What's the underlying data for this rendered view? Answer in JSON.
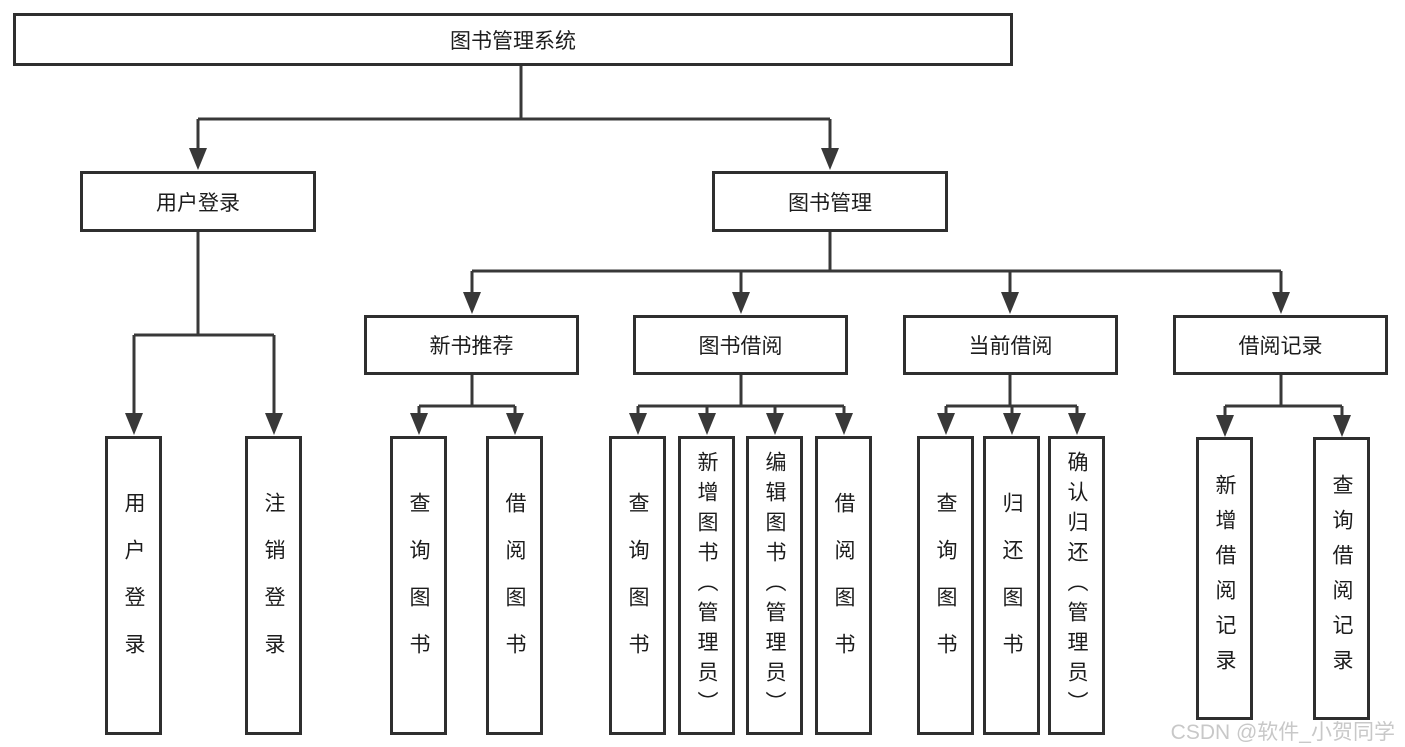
{
  "tree": {
    "root": {
      "label": "图书管理系统"
    },
    "branches": [
      {
        "label": "用户登录",
        "leaves": [
          {
            "label": "用户登录"
          },
          {
            "label": "注销登录"
          }
        ]
      },
      {
        "label": "图书管理",
        "sections": [
          {
            "label": "新书推荐",
            "leaves": [
              {
                "label": "查询图书"
              },
              {
                "label": "借阅图书"
              }
            ]
          },
          {
            "label": "图书借阅",
            "leaves": [
              {
                "label": "查询图书"
              },
              {
                "label": "新增图书（管理员）"
              },
              {
                "label": "编辑图书（管理员）"
              },
              {
                "label": "借阅图书"
              }
            ]
          },
          {
            "label": "当前借阅",
            "leaves": [
              {
                "label": "查询图书"
              },
              {
                "label": "归还图书"
              },
              {
                "label": "确认归还（管理员）"
              }
            ]
          },
          {
            "label": "借阅记录",
            "leaves": [
              {
                "label": "新增借阅记录"
              },
              {
                "label": "查询借阅记录"
              }
            ]
          }
        ]
      }
    ]
  },
  "watermark": {
    "text": "CSDN @软件_小贺同学"
  },
  "colors": {
    "line": "#383838",
    "box_border": "#2f2f2f",
    "text": "#1c1c1c",
    "watermark": "#c8c8c8",
    "background": "#ffffff"
  }
}
